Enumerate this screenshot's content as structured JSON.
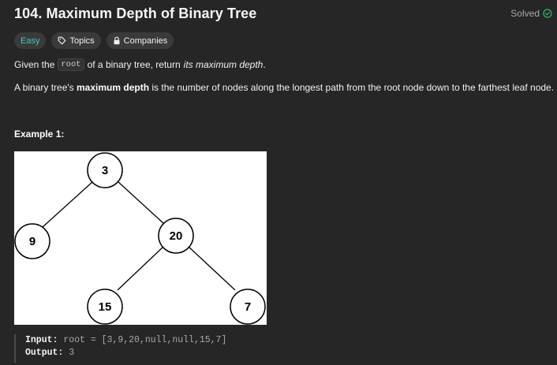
{
  "problem": {
    "title": "104. Maximum Depth of Binary Tree",
    "status": "Solved"
  },
  "tags": {
    "difficulty": "Easy",
    "topics": "Topics",
    "companies": "Companies"
  },
  "description": {
    "p1_prefix": "Given the",
    "p1_code": "root",
    "p1_middle": "of a binary tree, return",
    "p1_emphasis": "its maximum depth",
    "p1_end": ".",
    "p2_prefix": "A binary tree's",
    "p2_bold": "maximum depth",
    "p2_rest": "is the number of nodes along the longest path from the root node down to the farthest leaf node."
  },
  "example": {
    "title": "Example 1:",
    "tree_nodes": [
      "3",
      "9",
      "20",
      "15",
      "7"
    ],
    "input_label": "Input:",
    "input_value": "root = [3,9,20,null,null,15,7]",
    "output_label": "Output:",
    "output_value": "3"
  },
  "colors": {
    "background": "#262626",
    "easy": "#46c6c2",
    "solved_check": "#2cbb5d",
    "tag_bg": "#3a3a3a"
  },
  "icons": {
    "solved": "check-circle-icon",
    "topics": "tag-icon",
    "companies": "lock-icon"
  }
}
